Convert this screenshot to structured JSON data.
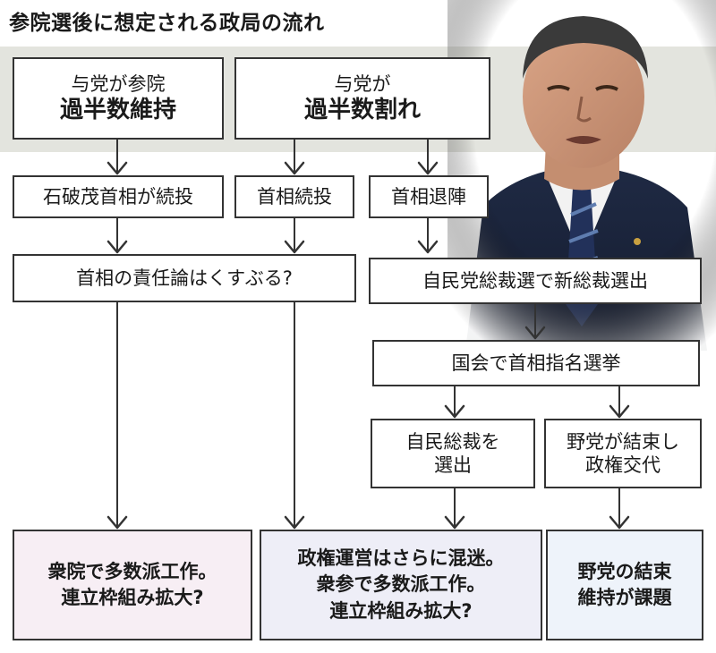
{
  "title": "参院選後に想定される政局の流れ",
  "top_boxes": {
    "majority": {
      "line1": "与党が参院",
      "line2": "過半数維持"
    },
    "minority": {
      "line1": "与党が",
      "line2": "過半数割れ"
    }
  },
  "level2": {
    "continue_ishiba": "石破茂首相が続投",
    "continue": "首相続投",
    "resign": "首相退陣"
  },
  "level3": {
    "responsibility": "首相の責任論はくすぶる?",
    "ldp_election": "自民党総裁選で新総裁選出"
  },
  "level4": {
    "diet_vote": "国会で首相指名選挙"
  },
  "level5": {
    "ldp_pres": {
      "line1": "自民総裁を",
      "line2": "選出"
    },
    "opposition": {
      "line1": "野党が結束し",
      "line2": "政権交代"
    }
  },
  "results": {
    "left": {
      "line1": "衆院で多数派工作。",
      "line2": "連立枠組み拡大?"
    },
    "middle": {
      "line1": "政権運営はさらに混迷。",
      "line2": "衆参で多数派工作。",
      "line3": "連立枠組み拡大?"
    },
    "right": {
      "line1": "野党の結束",
      "line2": "維持が課題"
    }
  },
  "colors": {
    "band": "#e3e4de",
    "result_left": "#f7eef4",
    "result_middle": "#eeeef7",
    "result_right": "#eef3fa",
    "line": "#333333"
  }
}
